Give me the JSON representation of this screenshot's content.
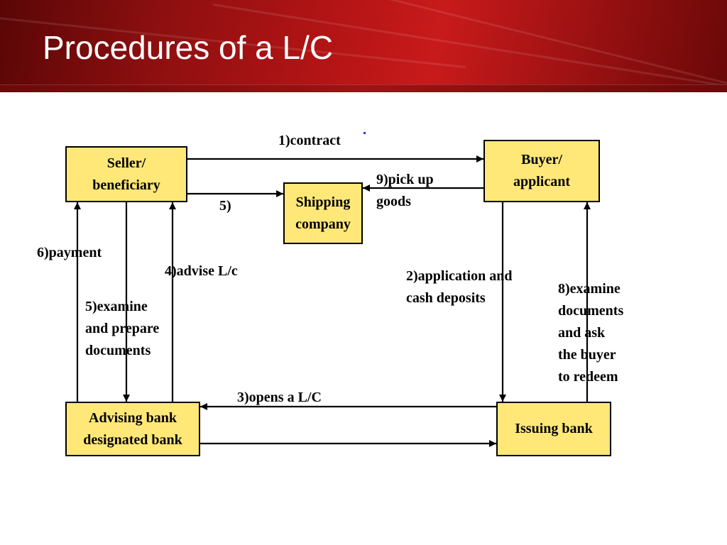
{
  "slide": {
    "title": "Procedures of a L/C"
  },
  "diagram": {
    "boxes": {
      "seller": "Seller/\nbeneficiary",
      "buyer": "Buyer/\napplicant",
      "shipping": "Shipping\ncompany",
      "advising": "Advising bank\ndesignated bank",
      "issuing": "Issuing bank"
    },
    "labels": {
      "contract": "1)contract",
      "step5_ship": "5)",
      "pickup": "9)pick up\ngoods",
      "payment": "6)payment",
      "advise": "4)advise L/c",
      "examine_prepare": "5)examine\nand prepare\ndocuments",
      "application": "2)application and\ncash deposits",
      "examine_redeem": "8)examine\ndocuments\nand ask\nthe buyer\nto redeem",
      "opens": "3)opens a L/C"
    }
  }
}
